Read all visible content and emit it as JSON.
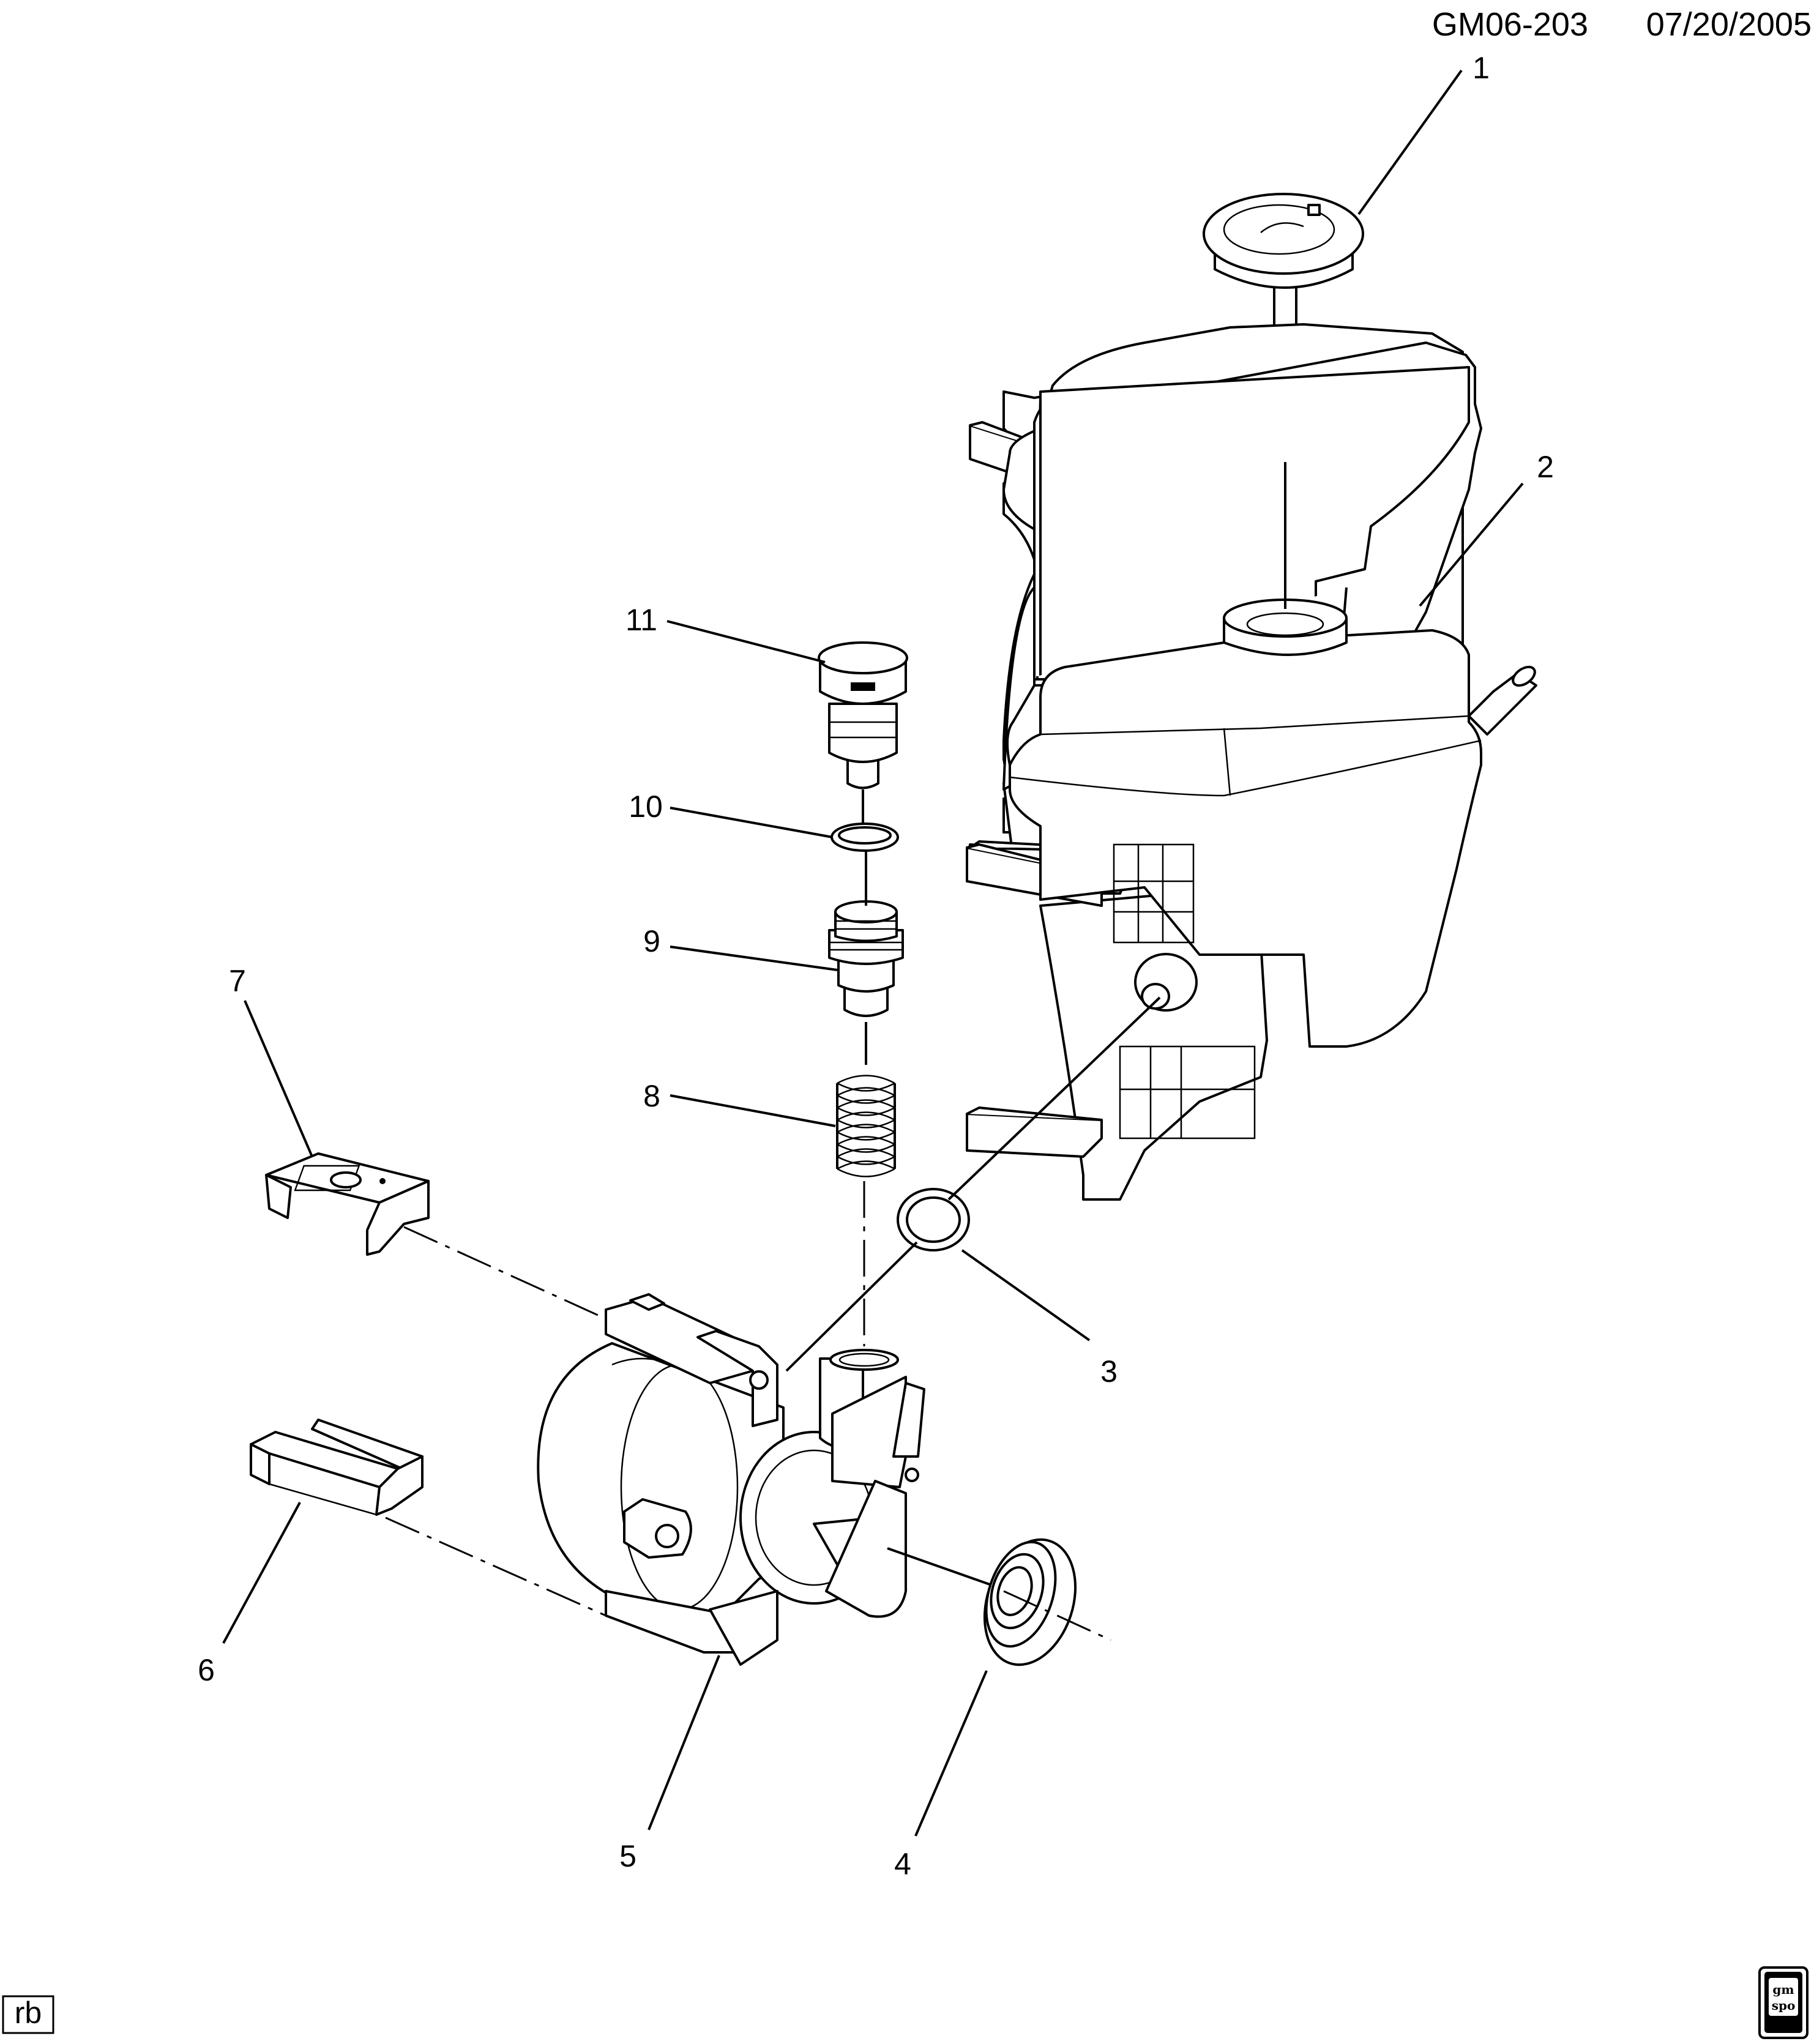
{
  "header": {
    "drawing_id": "GM06-203",
    "date": "07/20/2005"
  },
  "callouts": [
    "1",
    "2",
    "3",
    "4",
    "5",
    "6",
    "7",
    "8",
    "9",
    "10",
    "11"
  ],
  "footer": {
    "author_initials": "rb",
    "logo_text": "gm spo"
  }
}
